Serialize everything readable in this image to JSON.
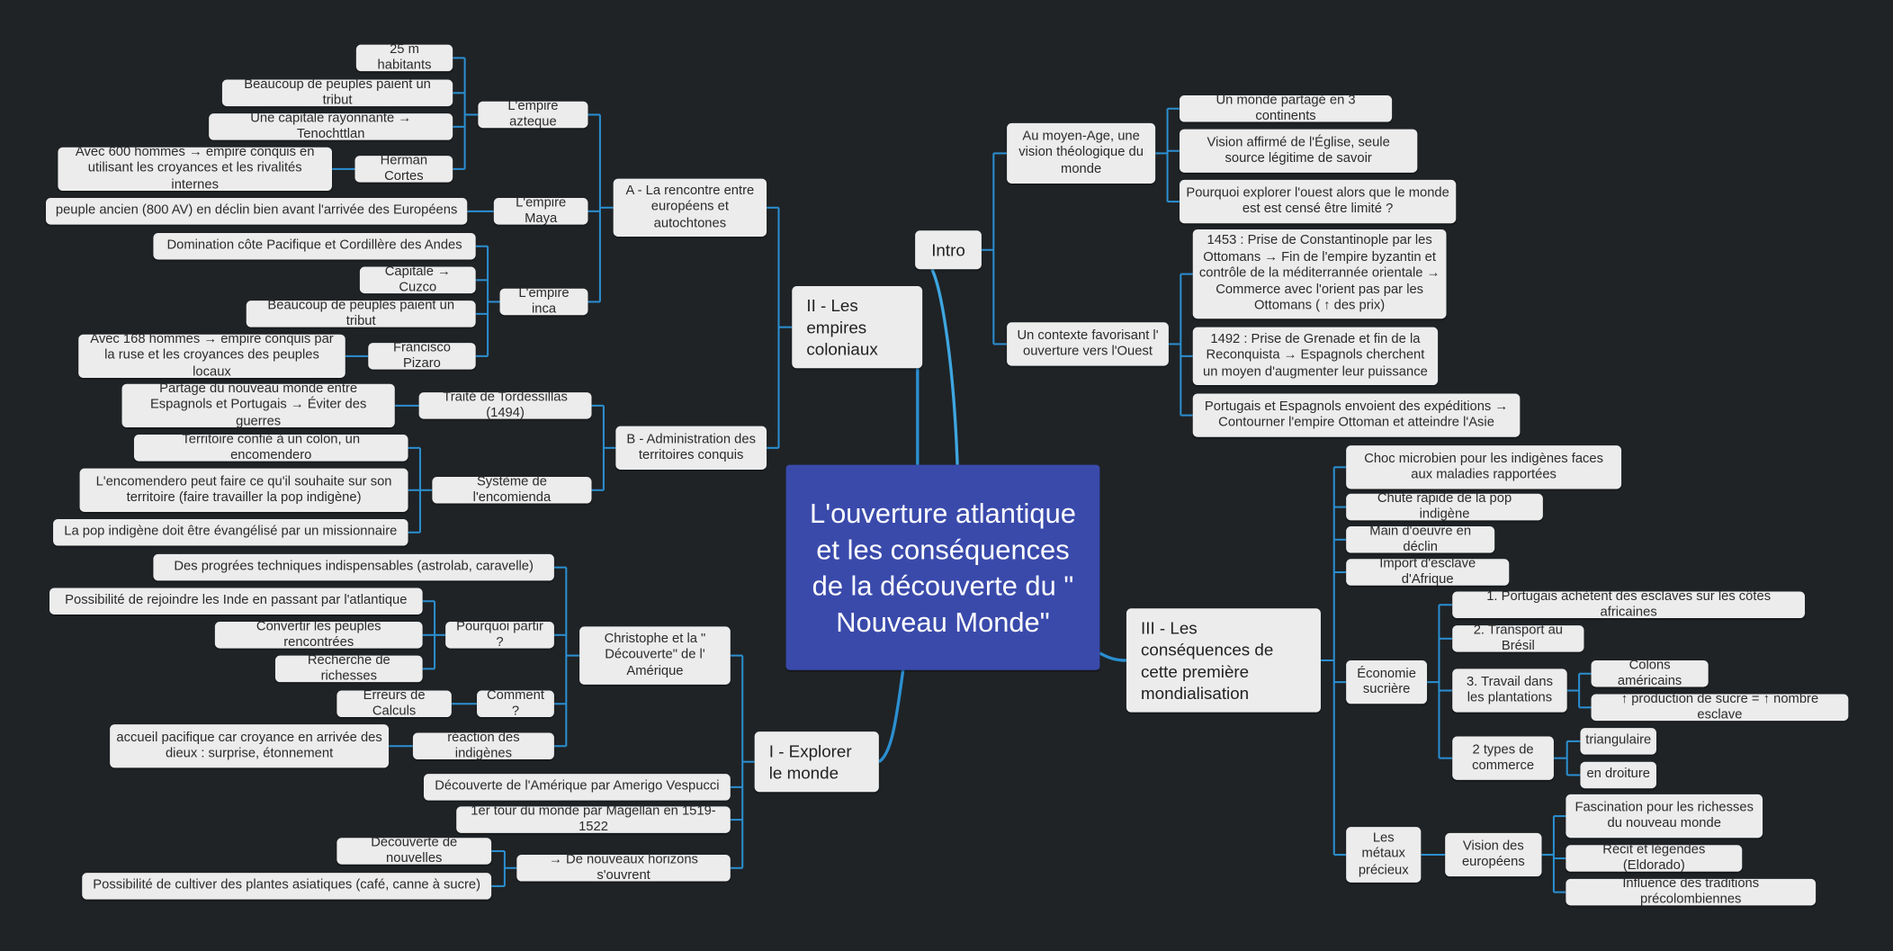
{
  "edge_color": "#2b8fd1",
  "main_edge_color": "#3ea6e0",
  "node_bg": "#ececec",
  "root_bg": "#3a4aab",
  "background": "#1f2326",
  "root": "L'ouverture atlantique et les conséquences de la découverte du \" Nouveau Monde\"",
  "intro": {
    "title": "Intro",
    "moyen_age": {
      "label": "Au moyen-Age, une vision théologique du monde",
      "items": [
        "Un monde partagé en 3 continents",
        "Vision affirmé de l'Église, seule source légitime de savoir",
        "Pourquoi explorer l'ouest alors que le monde est est censé être limité ?"
      ]
    },
    "contexte": {
      "label": "Un contexte favorisant l' ouverture vers l'Ouest",
      "items": [
        "1453 : Prise de Constantinople par les Ottomans → Fin de l'empire byzantin et contrôle de la méditerrannée orientale → Commerce avec l'orient pas par les Ottomans ( ↑ des prix)",
        "1492 : Prise de Grenade et fin de la Reconquista → Espagnols cherchent un moyen d'augmenter leur puissance",
        "Portugais et Espagnols envoient des expéditions → Contourner l'empire Ottoman et atteindre l'Asie"
      ]
    }
  },
  "partie2": {
    "title": "II - Les empires coloniaux",
    "a": {
      "label": "A - La rencontre entre européens et autochtones",
      "azteque": {
        "label": "L'empire azteque",
        "items": [
          "25 m habitants",
          "Beaucoup de peuples paient un tribut",
          "Une capitale rayonnante → Tenochttlan"
        ],
        "cortes": "Herman Cortes",
        "cortes_detail": "Avec 600 hommes → empire conquis en utilisant les croyances et les rivalités internes"
      },
      "maya": {
        "label": "L'empire Maya",
        "item": "peuple ancien (800 AV) en déclin bien avant l'arrivée des Européens"
      },
      "inca": {
        "label": "L'empire inca",
        "items": [
          "Domination côte Pacifique et Cordillère des Andes",
          "Capitale → Cuzco",
          "Beaucoup de peuples paient un tribut"
        ],
        "pizaro": "Francisco Pizaro",
        "pizaro_detail": "Avec 168 hommes → empire conquis par la ruse et les croyances des peuples locaux"
      }
    },
    "b": {
      "label": "B - Administration des territoires conquis",
      "traite": {
        "label": "Traité de Tordessillas (1494)",
        "item": "Partage du nouveau monde entre Espagnols et Portugais → Éviter des guerres"
      },
      "encomienda": {
        "label": "Système de l'encomienda",
        "items": [
          "Territoire confié à un colon, un encomendero",
          "L'encomendero peut faire ce qu'il souhaite sur son territoire (faire travailler la pop indigène)",
          "La pop indigène doit être évangélisé par un missionnaire"
        ]
      }
    }
  },
  "partie1": {
    "title": "I - Explorer le monde",
    "colomb": {
      "label": "Christophe et la \" Découverte\" de l' Amérique",
      "progres": "Des progrées techniques indispensables (astrolab, caravelle)",
      "pourquoi": {
        "label": "Pourquoi partir ?",
        "items": [
          "Possibilité de rejoindre les Inde en passant par l'atlantique",
          "Convertir les peuples rencontrées",
          "Recherche de richesses"
        ]
      },
      "comment": {
        "label": "Comment ?",
        "item": "Erreurs de Calculs"
      },
      "reaction": {
        "label": "réaction des indigènes",
        "item": "accueil pacifique car croyance en arrivée des dieux : surprise, étonnement"
      }
    },
    "vespucci": "Découverte de l'Amérique par Amerigo Vespucci",
    "magellan": "1er tour du monde par Magellan en 1519-1522",
    "horizons": {
      "label": "→ De nouveaux horizons s'ouvrent",
      "items": [
        "Découverte de nouvelles",
        "Possibilité de cultiver des plantes asiatiques (café, canne à sucre)"
      ]
    }
  },
  "partie3": {
    "title": "III - Les conséquences de cette première mondialisation",
    "items": [
      "Choc microbien pour les indigènes faces aux maladies rapportées",
      "Chute rapide de la pop indigène",
      "Main d'oeuvre en déclin",
      "Import d'esclave d'Afrique"
    ],
    "economie": {
      "label": "Économie sucrière",
      "portugais": "1. Portugais achètent des esclaves sur les côtes africaines",
      "transport": "2. Transport au Brésil",
      "travail": {
        "label": "3. Travail dans les plantations",
        "items": [
          "Colons américains",
          "↑ production de sucre = ↑ nombre esclave"
        ]
      },
      "commerce": {
        "label": "2 types de commerce",
        "items": [
          "triangulaire",
          "en droiture"
        ]
      }
    },
    "metaux": {
      "label": "Les métaux précieux",
      "vision": {
        "label": "Vision des européens",
        "items": [
          "Fascination pour les richesses du nouveau monde",
          "Récit et légendes (Eldorado)",
          "Influence des traditions précolombiennes"
        ]
      }
    }
  }
}
